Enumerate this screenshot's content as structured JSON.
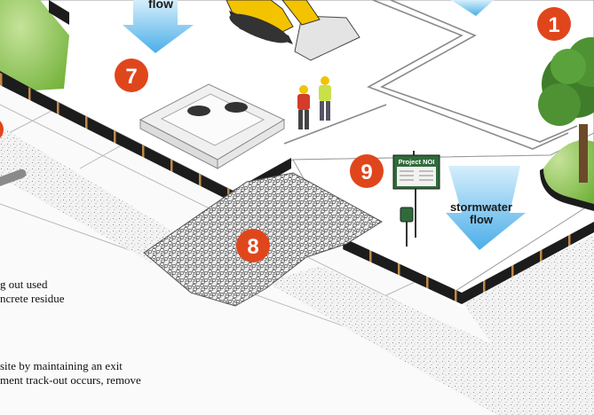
{
  "labels": {
    "flow_top": "flow",
    "stormwater_line1": "stormwater",
    "stormwater_line2": "flow",
    "sign_title": "Project NOI"
  },
  "badges": [
    {
      "number": "1"
    },
    {
      "number": "7"
    },
    {
      "number": "8"
    },
    {
      "number": "9"
    }
  ],
  "captions": {
    "washout_line1": "g out used",
    "washout_line2": "ncrete residue",
    "exit_line1": "site by maintaining an exit",
    "exit_line2": "ment track-out occurs, remove"
  },
  "colors": {
    "badge": "#e0461c",
    "flow_arrow": "#59b5ea",
    "silt_fence": "#1c1c1c",
    "paving": "#f5f5f5",
    "grass": "#8cc63f",
    "machine": "#f3c300",
    "sign_board": "#2f6b3a"
  },
  "icons": {
    "excavator": "bulldozer-icon",
    "tree": "tree-icon",
    "workers": "workers-icon",
    "washout": "concrete-washout-icon",
    "inlet": "storm-inlet-icon"
  }
}
